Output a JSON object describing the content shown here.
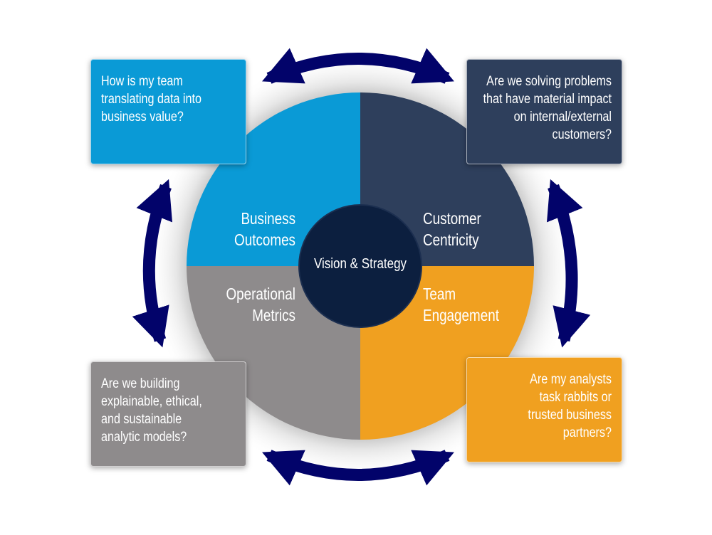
{
  "colors": {
    "business_outcomes": "#0a9ad6",
    "customer_centricity": "#2e3f5c",
    "operational_metrics": "#8e8b8c",
    "team_engagement": "#f0a020",
    "center": "#0c1f3f",
    "arrows": "#02036a"
  },
  "center": {
    "label": "Vision & Strategy"
  },
  "quadrants": [
    {
      "id": "business-outcomes",
      "line1": "Business",
      "line2": "Outcomes"
    },
    {
      "id": "customer-centricity",
      "line1": "Customer",
      "line2": "Centricity"
    },
    {
      "id": "operational-metrics",
      "line1": "Operational",
      "line2": "Metrics"
    },
    {
      "id": "team-engagement",
      "line1": "Team",
      "line2": "Engagement"
    }
  ],
  "questions": {
    "top_left": "How is my team translating data into business value?",
    "top_right": "Are we solving problems that have material impact on internal/external customers?",
    "bottom_left": "Are we building explainable, ethical, and sustainable analytic models?",
    "bottom_right": "Are my analysts task rabbits or trusted business partners?"
  },
  "icons": [
    "double-headed-arrow-top",
    "double-headed-arrow-left",
    "double-headed-arrow-right",
    "double-headed-arrow-bottom"
  ]
}
